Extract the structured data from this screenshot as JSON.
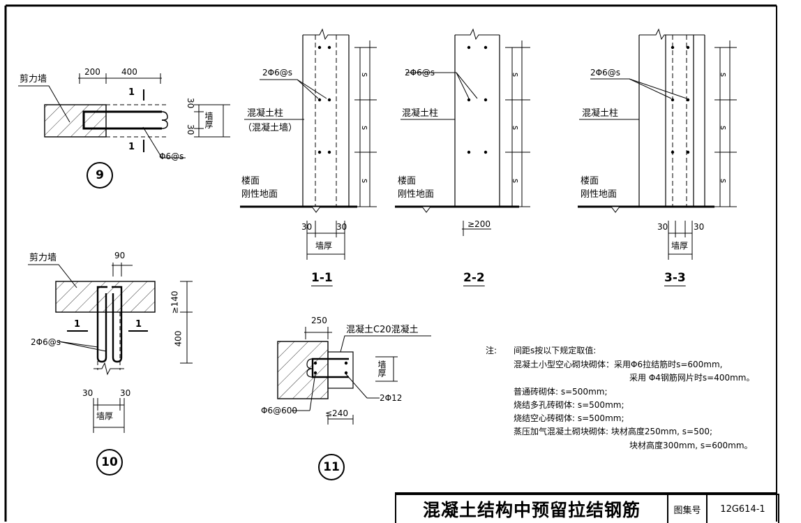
{
  "title": "混凝土结构中预留拉结钢筋",
  "atlas_label": "图集号",
  "atlas_number": "12G614-1",
  "detail9": {
    "id": "9",
    "dim_200": "200",
    "dim_400": "400",
    "shear_wall": "剪力墙",
    "cut_a": "1",
    "cut_b": "1",
    "dim_30a": "30",
    "dim_30b": "30",
    "wall_thick": "墙厚",
    "rebar": "Φ6@s"
  },
  "detail10": {
    "id": "10",
    "shear_wall": "剪力墙",
    "dim_90": "90",
    "dim_140": "≥140",
    "dim_400": "400",
    "cut_a": "1",
    "cut_b": "1",
    "rebar": "2Φ6@s",
    "dim_30a": "30",
    "dim_30b": "30",
    "wall_thick": "墙厚"
  },
  "detail11": {
    "id": "11",
    "dim_250": "250",
    "concrete": "混凝土C20混凝土",
    "wall_thick": "墙厚",
    "rebar_a": "Φ6@600",
    "rebar_b": "2Φ12",
    "dim_240": "≤240"
  },
  "section11": {
    "name": "1-1",
    "rebar": "2Φ6@s",
    "column": "混凝土柱",
    "column_alt": "（混凝土墙）",
    "floor": "楼面",
    "ground": "刚性地面",
    "dim_30a": "30",
    "dim_30b": "30",
    "wall_thick": "墙厚",
    "s": "s"
  },
  "section22": {
    "name": "2-2",
    "rebar": "2Φ6@s",
    "column": "混凝土柱",
    "floor": "楼面",
    "ground": "刚性地面",
    "dim_200": "≥200",
    "s": "s"
  },
  "section33": {
    "name": "3-3",
    "rebar": "2Φ6@s",
    "column": "混凝土柱",
    "floor": "楼面",
    "ground": "刚性地面",
    "dim_30a": "30",
    "dim_30b": "30",
    "wall_thick": "墙厚",
    "s": "s"
  },
  "notes": {
    "head": "注:",
    "lines": [
      "间距s按以下规定取值:",
      "混凝土小型空心砌块砌体：采用Φ6拉结筋时s=600mm,",
      "采用 Φ4钢筋网片时s=400mm。",
      "普通砖砌体: s=500mm;",
      "烧结多孔砖砌体: s=500mm;",
      "烧结空心砖砌体: s=500mm;",
      "蒸压加气混凝土砌块砌体: 块材高度250mm, s=500;",
      "块材高度300mm, s=600mm。"
    ]
  }
}
